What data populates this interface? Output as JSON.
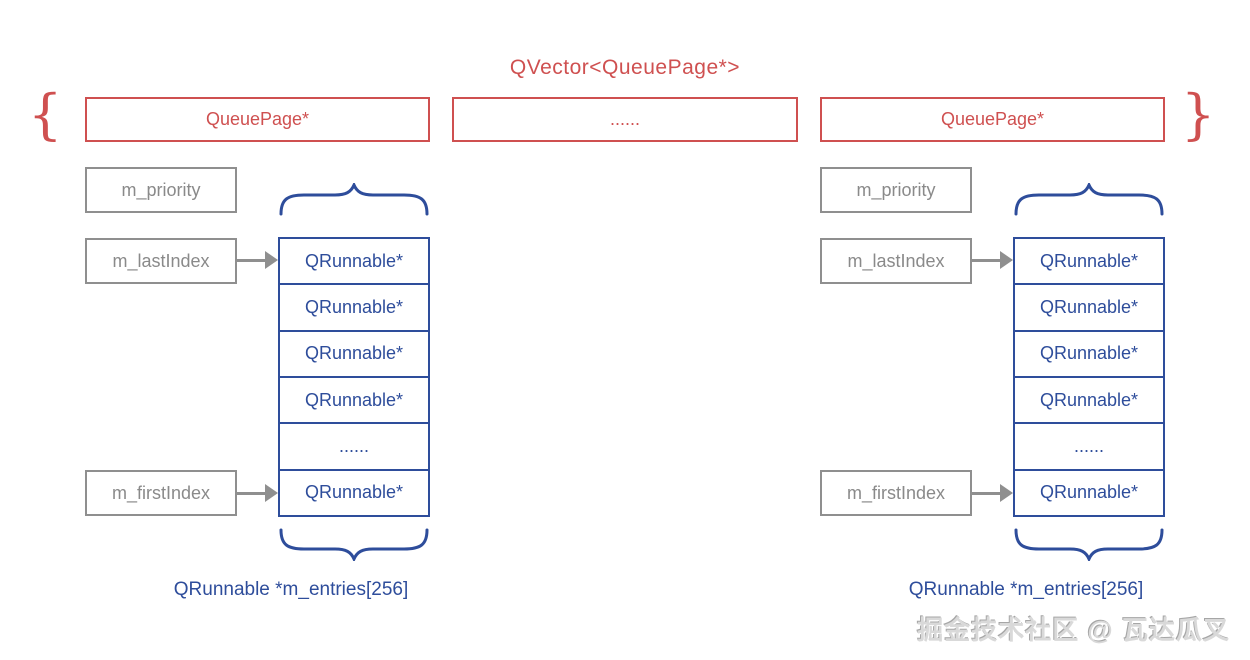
{
  "title": "QVector<QueuePage*>",
  "vector": {
    "left_box_label": "QueuePage*",
    "middle_box_label": "......",
    "right_box_label": "QueuePage*",
    "left_brace": "{",
    "right_brace": "}"
  },
  "page": {
    "priority_label": "m_priority",
    "last_index_label": "m_lastIndex",
    "first_index_label": "m_firstIndex",
    "entries": [
      "QRunnable*",
      "QRunnable*",
      "QRunnable*",
      "QRunnable*",
      "......",
      "QRunnable*"
    ],
    "entries_array_label": "QRunnable *m_entries[256]"
  },
  "watermark": "掘金技术社区 @ 瓦达瓜叉",
  "colors": {
    "red": "#cf5050",
    "blue": "#2e4d9b",
    "gray": "#8f8f8f"
  }
}
